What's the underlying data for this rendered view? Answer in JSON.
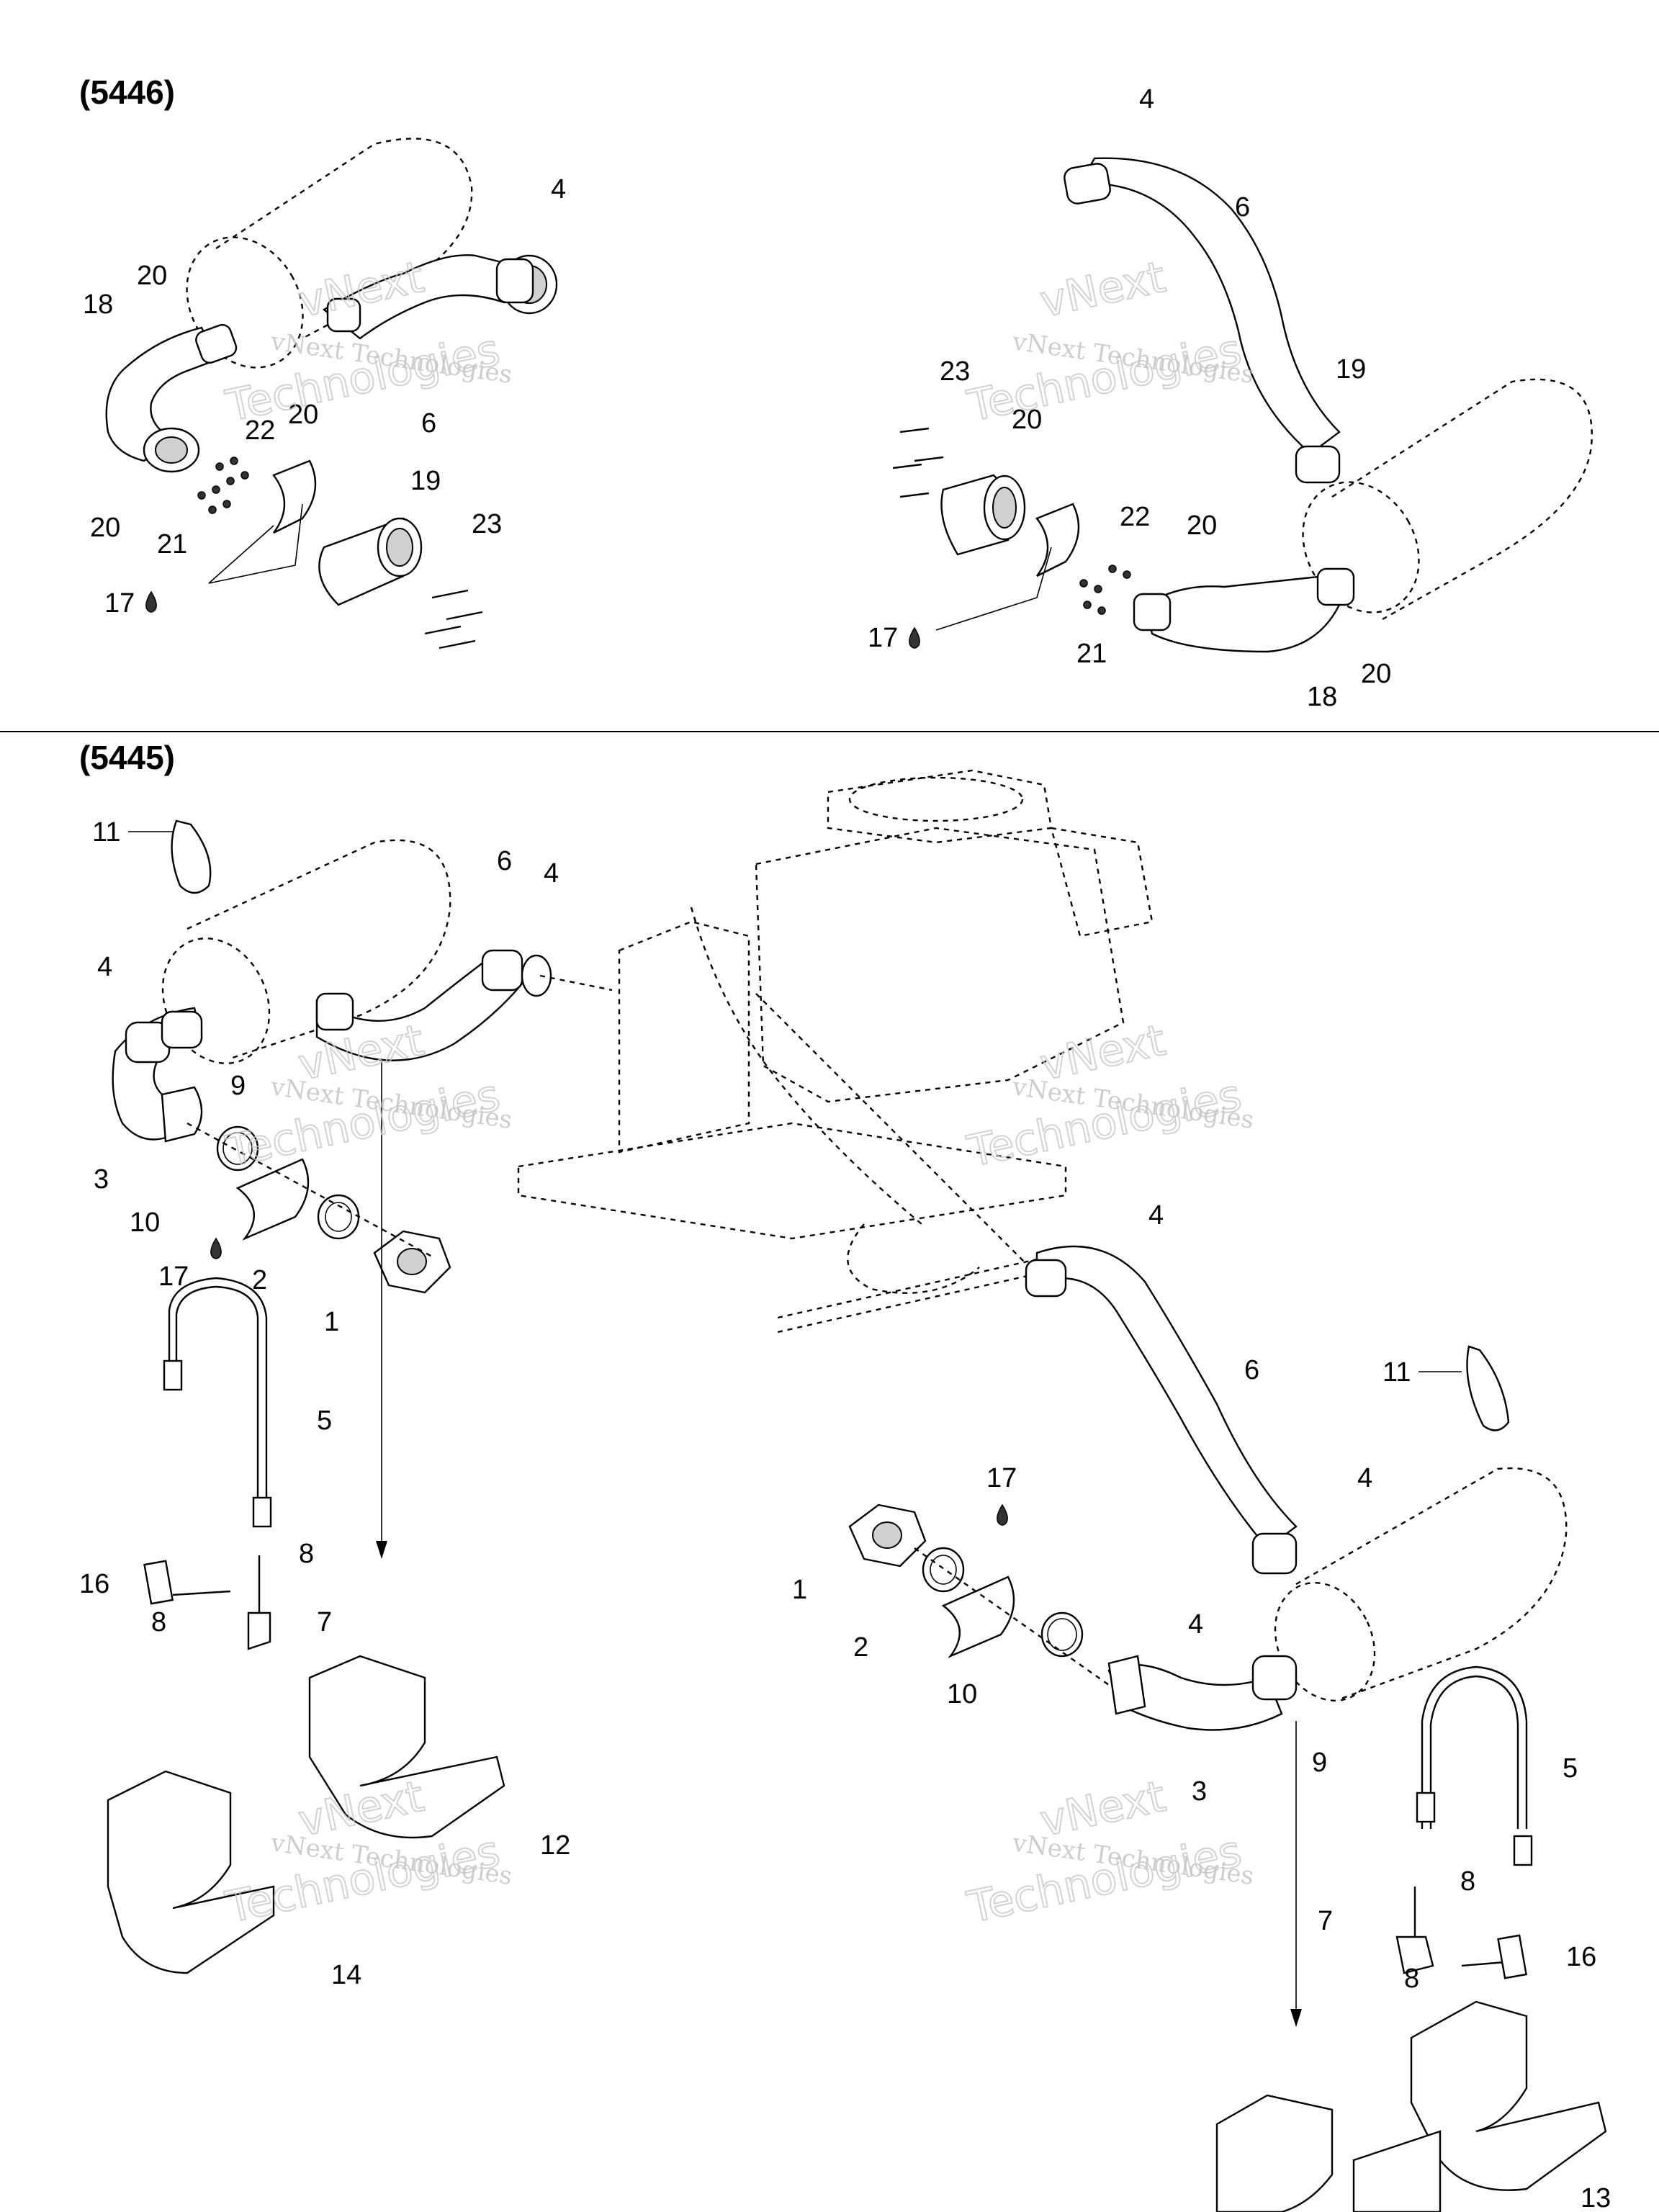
{
  "sections": [
    {
      "label": "(5446)"
    },
    {
      "label": "(5445)"
    }
  ],
  "watermark": {
    "line1": "vNext Technologies",
    "line2a": "vNext",
    "line2b": "Technologies"
  },
  "callouts": {
    "s1": [
      "4",
      "20",
      "18",
      "20",
      "6",
      "20",
      "22",
      "21",
      "19",
      "23",
      "17"
    ],
    "s2": [
      "4",
      "6",
      "23",
      "19",
      "20",
      "22",
      "20",
      "17",
      "21",
      "18",
      "20"
    ],
    "s3": [
      "11",
      "6",
      "4",
      "4",
      "9",
      "3",
      "10",
      "17",
      "2",
      "1",
      "5",
      "8",
      "16",
      "8",
      "7",
      "12",
      "14"
    ],
    "s4": [
      "4",
      "6",
      "11",
      "17",
      "4",
      "1",
      "2",
      "4",
      "10",
      "9",
      "3",
      "5",
      "8",
      "7",
      "8",
      "16",
      "13"
    ]
  },
  "colors": {
    "ink": "#000000",
    "watermark": "#bdbdbd",
    "paper": "#ffffff"
  }
}
